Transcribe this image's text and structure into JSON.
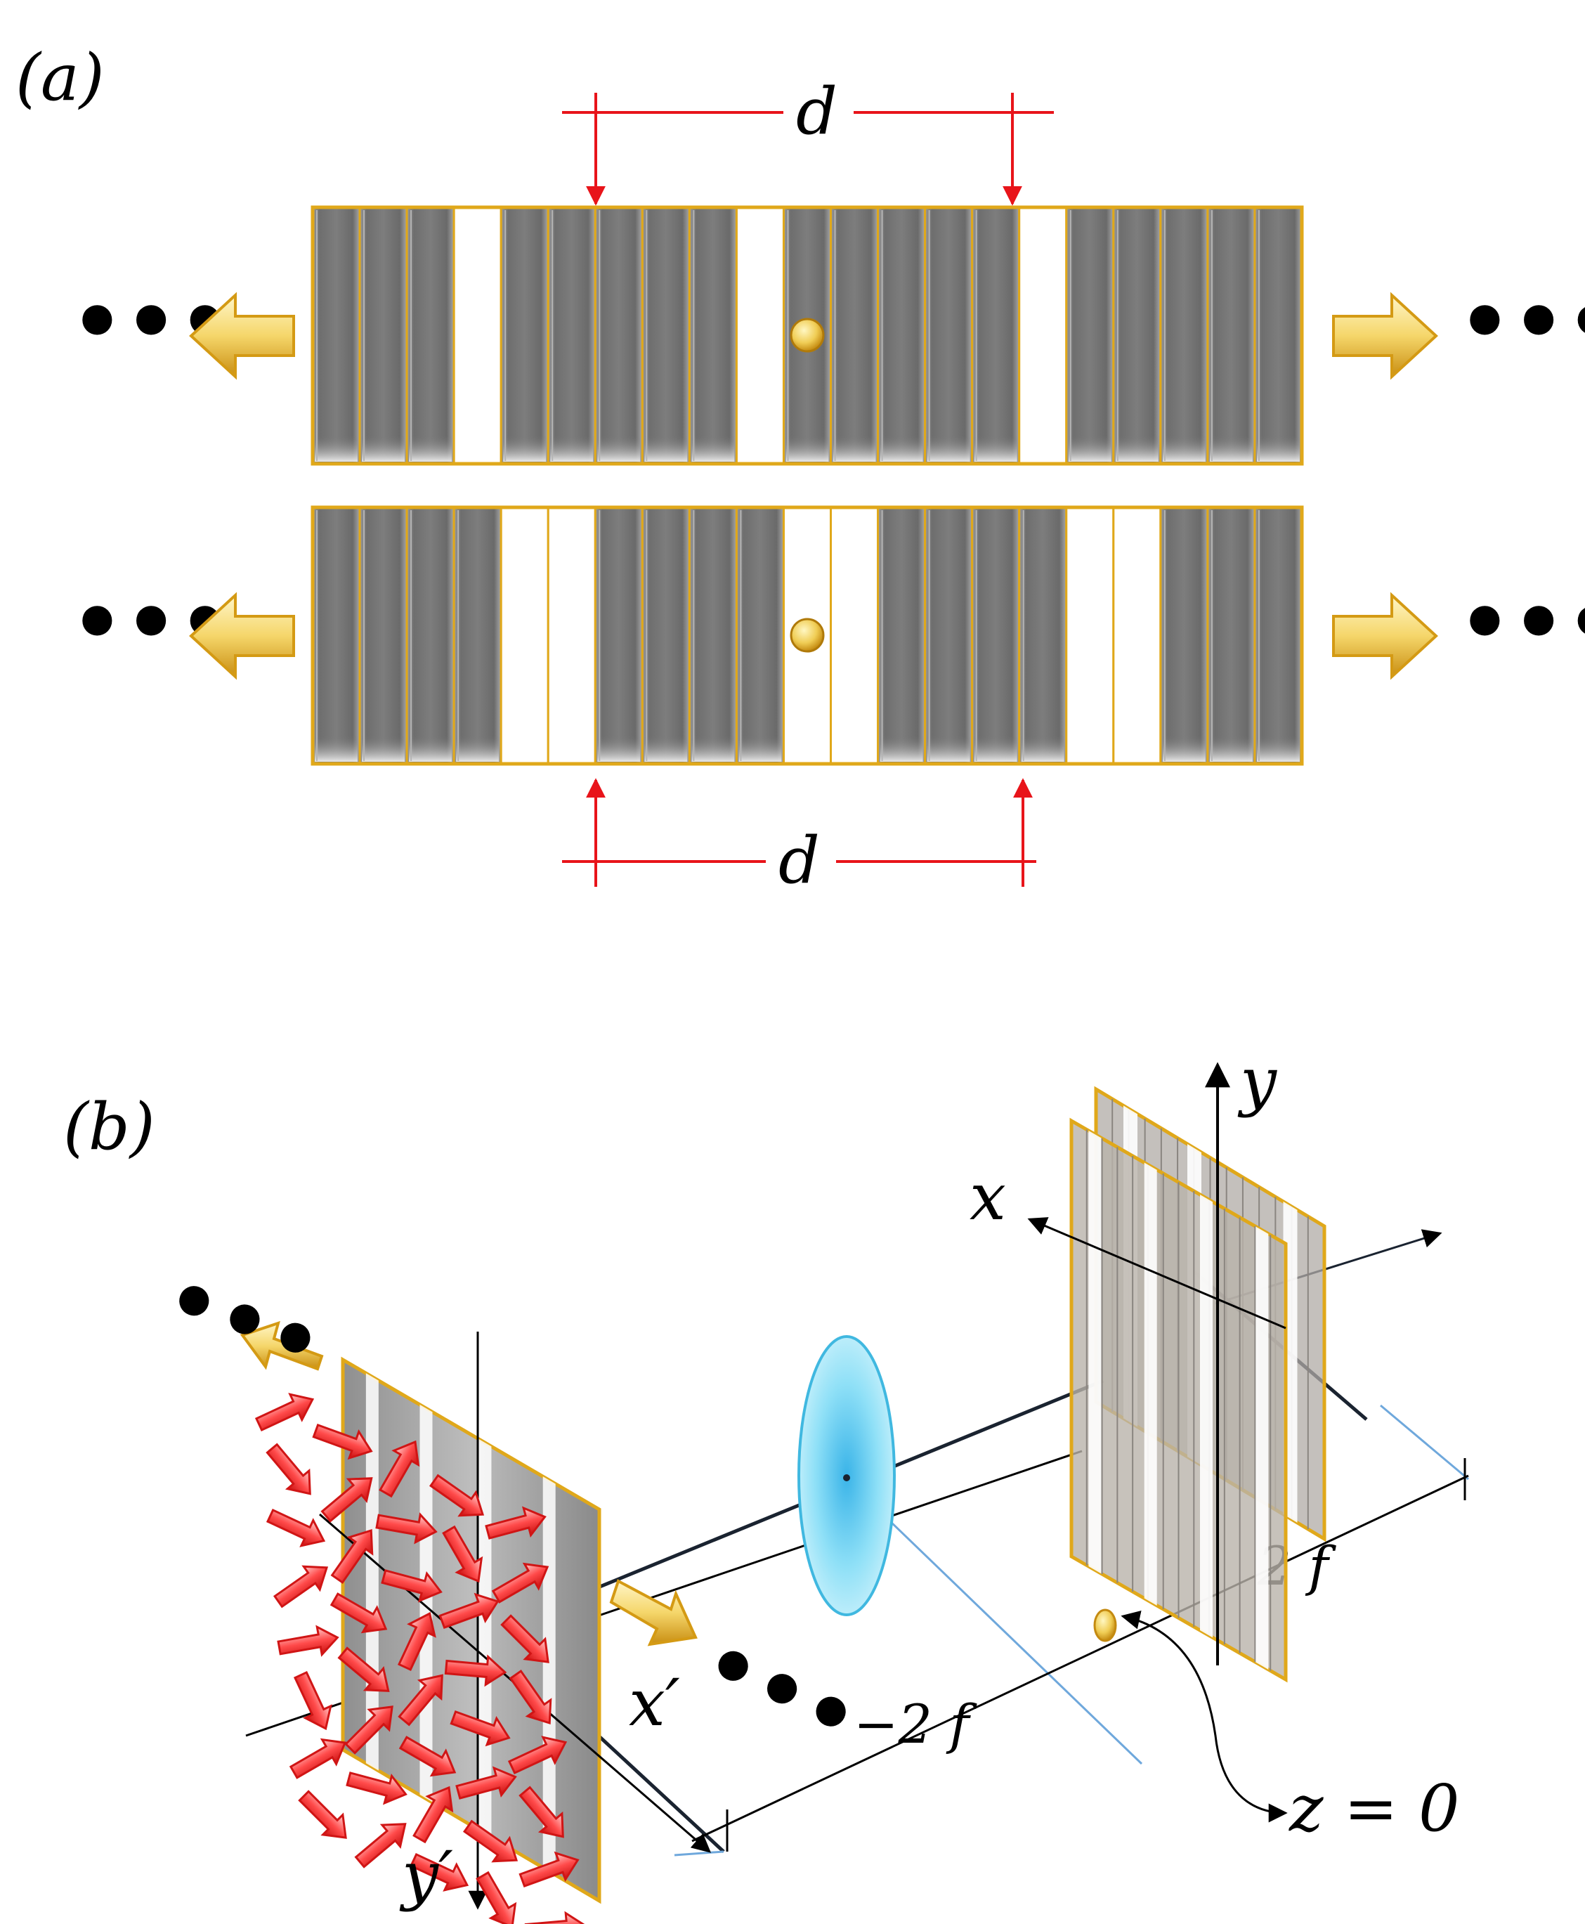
{
  "panel_a": {
    "label": "(a)",
    "top_row": {
      "pattern": "GGGWGGGGGWGGGGGWGGGGG",
      "measure_label": "d",
      "left_ellipsis": "•••",
      "right_ellipsis": "•••"
    },
    "bottom_row": {
      "pattern": "GGGGWWGGGGWWGGGGWWGGG",
      "measure_label": "d",
      "left_ellipsis": "•••",
      "right_ellipsis": "•••"
    }
  },
  "panel_b": {
    "label": "(b)",
    "axis_x_prime": "x′",
    "axis_y_prime": "y′",
    "axis_x": "x",
    "axis_y": "y",
    "distance_neg": "−2 f",
    "distance_pos": "2 f",
    "plane_label": "z = 0",
    "left_ellipsis": "•••",
    "right_ellipsis": "•••"
  },
  "colors": {
    "gray_bar": "#7a7a7a",
    "gold_frame": "#e0a81a",
    "measure_red": "#e8141a",
    "arrow_red": "#ff3b3b",
    "lens_cyan": "#56d0f0",
    "beam_blue": "#6fa8dc"
  }
}
